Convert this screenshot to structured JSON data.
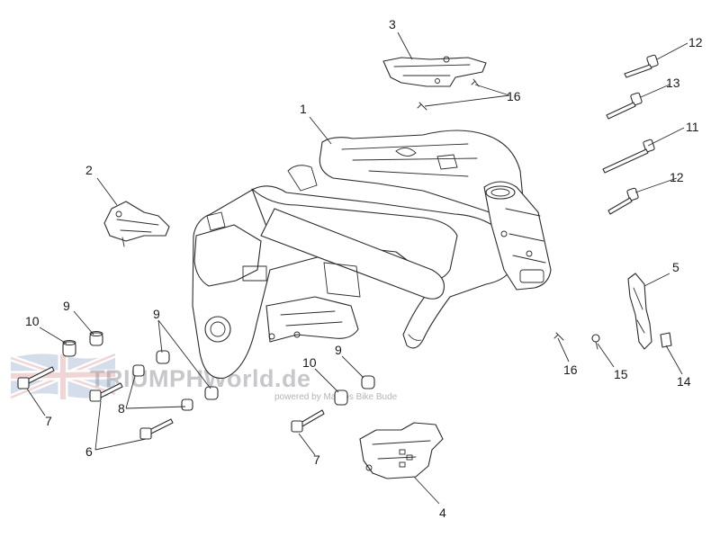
{
  "callouts": [
    {
      "id": "c1",
      "label": "1"
    },
    {
      "id": "c2",
      "label": "2"
    },
    {
      "id": "c3",
      "label": "3"
    },
    {
      "id": "c4",
      "label": "4"
    },
    {
      "id": "c5",
      "label": "5"
    },
    {
      "id": "c6",
      "label": "6"
    },
    {
      "id": "c7a",
      "label": "7"
    },
    {
      "id": "c7b",
      "label": "7"
    },
    {
      "id": "c8",
      "label": "8"
    },
    {
      "id": "c9a",
      "label": "9"
    },
    {
      "id": "c9b",
      "label": "9"
    },
    {
      "id": "c9c",
      "label": "9"
    },
    {
      "id": "c10a",
      "label": "10"
    },
    {
      "id": "c10b",
      "label": "10"
    },
    {
      "id": "c11",
      "label": "11"
    },
    {
      "id": "c12a",
      "label": "12"
    },
    {
      "id": "c12b",
      "label": "12"
    },
    {
      "id": "c13",
      "label": "13"
    },
    {
      "id": "c14",
      "label": "14"
    },
    {
      "id": "c15",
      "label": "15"
    },
    {
      "id": "c16a",
      "label": "16"
    },
    {
      "id": "c16b",
      "label": "16"
    }
  ],
  "watermark": {
    "text": "TRIUMPHWorld.de",
    "subtext": "powered by Mahros Bike Bude",
    "icon": "union-flag-icon"
  }
}
